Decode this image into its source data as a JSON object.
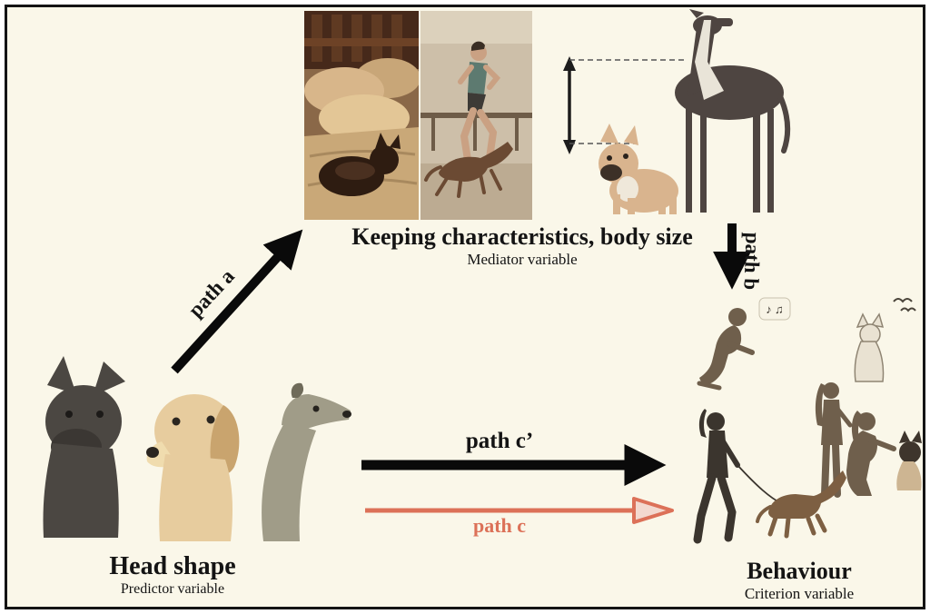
{
  "nodes": {
    "predictor": {
      "label": "Head shape",
      "sublabel": "Predictor variable"
    },
    "mediator": {
      "label": "Keeping characteristics, body size",
      "sublabel": "Mediator variable"
    },
    "criterion": {
      "label": "Behaviour",
      "sublabel": "Criterion variable"
    }
  },
  "paths": {
    "a": {
      "label": "path a"
    },
    "b": {
      "label": "path b"
    },
    "c_prime": {
      "label": "path c’"
    },
    "c": {
      "label": "path c"
    }
  },
  "decorations": {
    "music_notes": "♪ ♫"
  },
  "colors": {
    "background": "#FAF7E9",
    "border": "#141414",
    "arrow_black": "#0a0a0a",
    "arrow_red": "#DC7158",
    "text": "#141414"
  }
}
